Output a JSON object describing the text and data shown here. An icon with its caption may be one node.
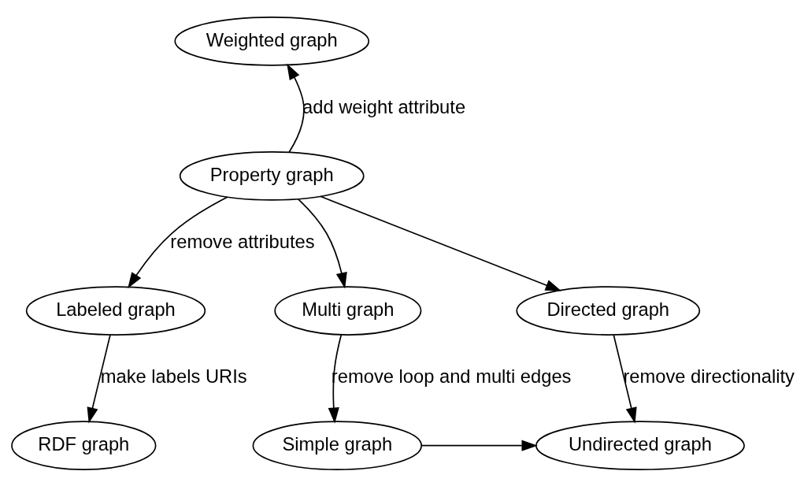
{
  "diagram": {
    "nodes": [
      {
        "text": [
          "Weighted graph"
        ]
      },
      {
        "text": [
          "Property graph"
        ]
      },
      {
        "text": [
          "Labeled graph"
        ]
      },
      {
        "text": [
          "Multi graph"
        ]
      },
      {
        "text": [
          "Directed graph"
        ]
      },
      {
        "text": [
          "RDF graph"
        ]
      },
      {
        "text": [
          "Simple graph"
        ]
      },
      {
        "text": [
          "Undirected graph"
        ]
      }
    ],
    "edges": [
      {
        "from": 1,
        "to": 0,
        "arrow": "to",
        "label": "add weight attribute"
      },
      {
        "from": 1,
        "to": 2,
        "arrow": "to",
        "label": "remove attributes"
      },
      {
        "from": 1,
        "to": 3,
        "arrow": "to"
      },
      {
        "from": 1,
        "to": 4,
        "arrow": "to"
      },
      {
        "from": 2,
        "to": 5,
        "arrow": "to",
        "label": "make labels URIs"
      },
      {
        "from": 3,
        "to": 6,
        "arrow": "to",
        "label": "remove loop and multi edges"
      },
      {
        "from": 4,
        "to": 7,
        "arrow": "to",
        "label": "remove directionality"
      },
      {
        "from": 6,
        "to": 7,
        "arrow": "to"
      }
    ]
  }
}
